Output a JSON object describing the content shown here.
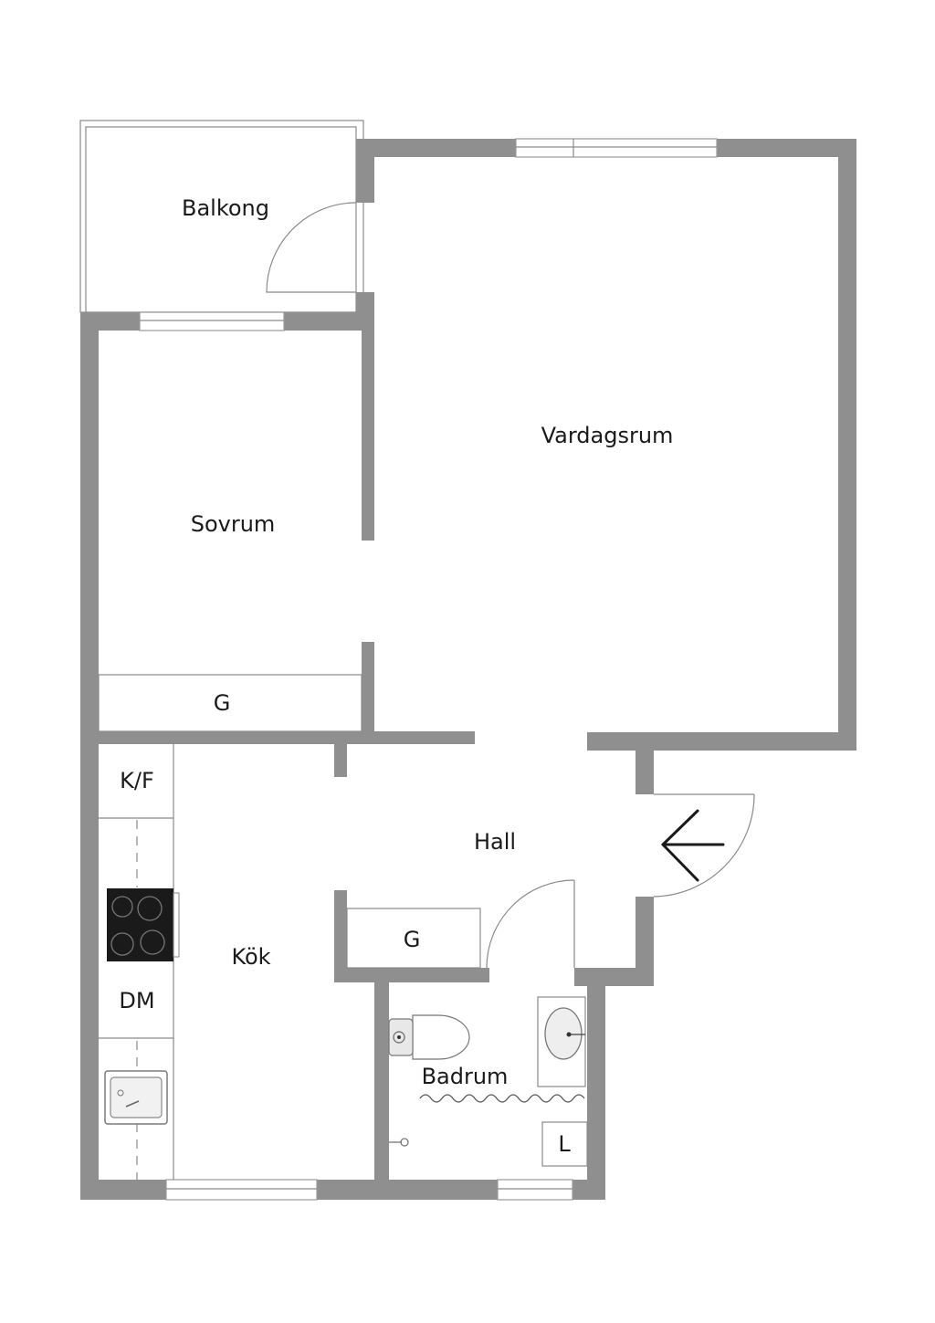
{
  "rooms": {
    "balkong": "Balkong",
    "vardagsrum": "Vardagsrum",
    "sovrum": "Sovrum",
    "hall": "Hall",
    "kok": "Kök",
    "badrum": "Badrum"
  },
  "fixtures": {
    "garderob_sovrum": "G",
    "garderob_hall": "G",
    "kyl_frys": "K/F",
    "diskmaskin": "DM",
    "linneskap": "L"
  },
  "icons": {
    "entrance": "entrance-arrow-icon",
    "stove": "stove-icon",
    "sink": "kitchen-sink-icon",
    "toilet": "toilet-icon",
    "washbasin": "washbasin-icon",
    "shower": "shower-head-icon"
  },
  "colors": {
    "wall": "#8f8f8f",
    "line": "#8a8a8a",
    "text": "#1a1a1a",
    "stove": "#1a1a1a"
  }
}
